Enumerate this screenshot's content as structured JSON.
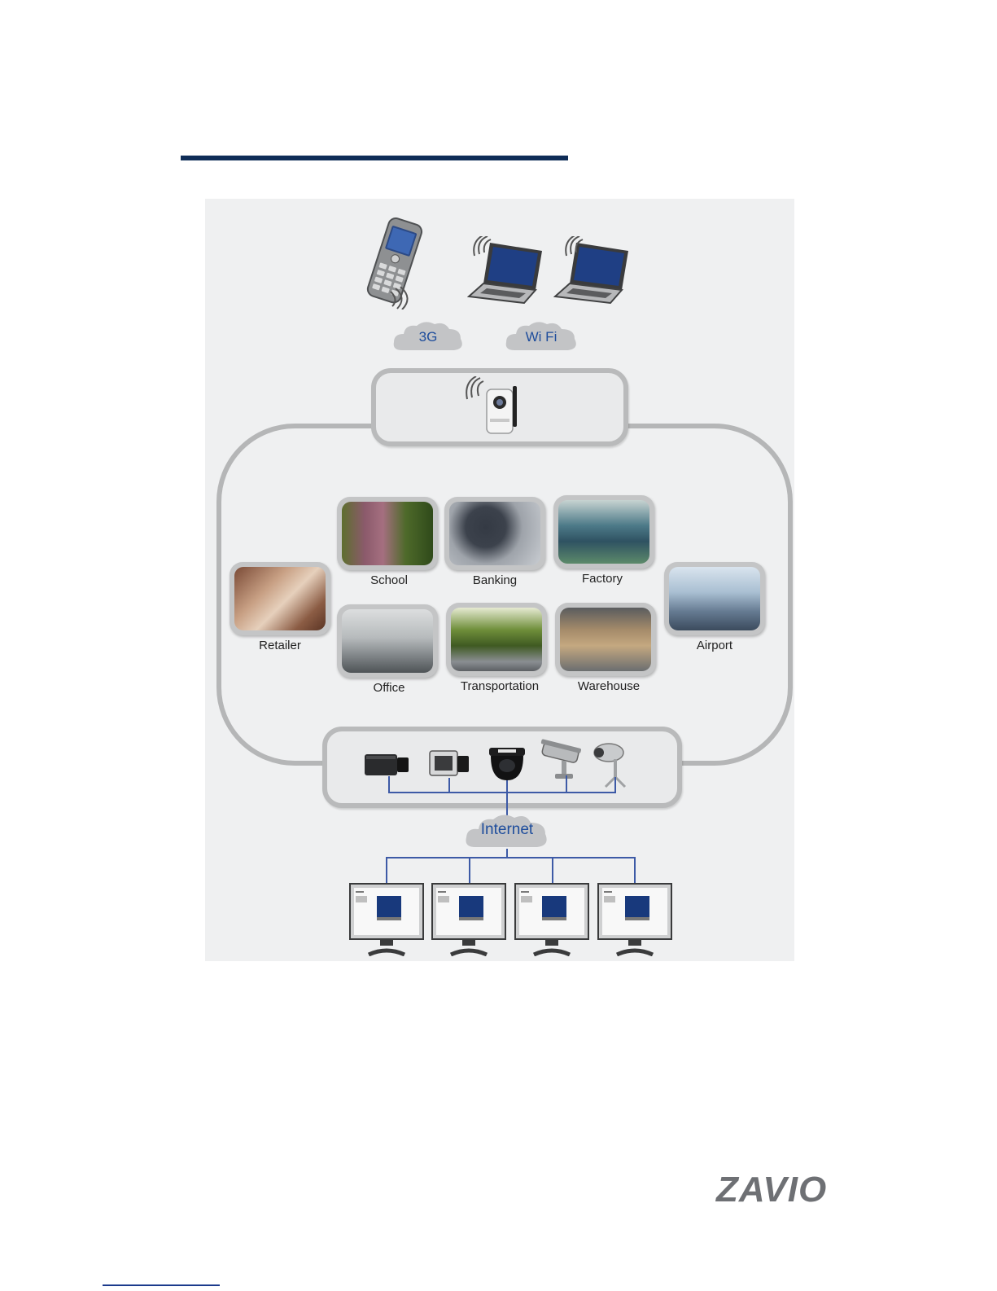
{
  "networks": {
    "cellular": "3G",
    "wifi": "Wi Fi",
    "internet": "Internet"
  },
  "locations": [
    {
      "key": "retailer",
      "label": "Retailer"
    },
    {
      "key": "school",
      "label": "School"
    },
    {
      "key": "banking",
      "label": "Banking"
    },
    {
      "key": "factory",
      "label": "Factory"
    },
    {
      "key": "airport",
      "label": "Airport"
    },
    {
      "key": "office",
      "label": "Office"
    },
    {
      "key": "transportation",
      "label": "Transportation"
    },
    {
      "key": "warehouse",
      "label": "Warehouse"
    }
  ],
  "brand": {
    "logo_text": "ZAVIO"
  },
  "colors": {
    "rule": "#0f2d57",
    "frame": "#b9babb",
    "network_line": "#3d5aa6",
    "cloud_text": "#1e4d9c",
    "logo": "#6e7074"
  },
  "icons": [
    "mobile-phone-icon",
    "laptop-icon",
    "wireless-signal-icon",
    "cloud-icon",
    "wireless-ip-camera-icon",
    "box-camera-icon",
    "dome-camera-icon",
    "bullet-camera-icon",
    "monitor-icon"
  ]
}
